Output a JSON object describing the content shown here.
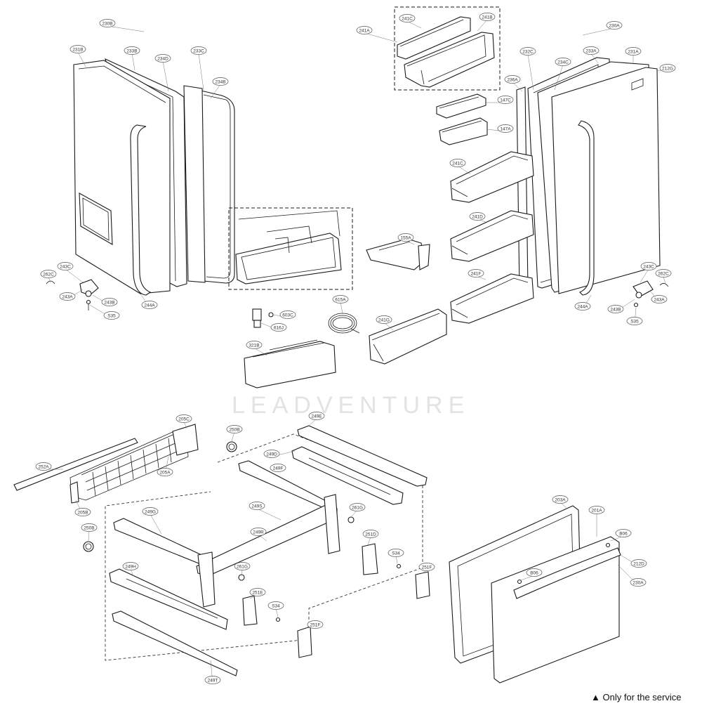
{
  "labels": {
    "l230B": "230B",
    "l231B": "231B",
    "l233B": "233B",
    "l234D": "234D",
    "l233C": "233C",
    "l234B": "234B",
    "l243C_l": "243C",
    "l262C_l": "262C",
    "l243A_l": "243A",
    "l243B_l": "243B",
    "l535_l": "S35",
    "l244A_l": "244A",
    "l241A": "241A",
    "l241C_top": "241C",
    "l241B": "241B",
    "l230A": "230A",
    "l232C": "232C",
    "l233A": "233A",
    "l231A": "231A",
    "l234C": "234C",
    "l212G": "212G",
    "l236A": "236A",
    "l147C": "147C",
    "l147A": "147A",
    "l241C_b": "241C",
    "l241D": "241D",
    "l241F": "241F",
    "l241G": "241G",
    "l243C_r": "243C",
    "l262C_r": "262C",
    "l243A_r": "243A",
    "l243B_r": "243B",
    "l535_r": "S35",
    "l244A_r": "244A",
    "l155A": "155A",
    "l615A": "615A",
    "l603C": "603C",
    "l616J": "616J",
    "l321B": "321B",
    "l205C": "205C",
    "l252A": "252A",
    "l205A": "205A",
    "l205B": "205B",
    "l250B_a": "250B",
    "l250B_b": "250B",
    "l249E": "249E",
    "l249D": "249D",
    "l249F": "249F",
    "l249G": "249G",
    "l249S": "249S",
    "l249R": "249R",
    "l249H": "249H",
    "l261G_a": "261G",
    "l261G_b": "261G",
    "l251D": "251D",
    "l534_a": "S34",
    "l251F_a": "251F",
    "l251E": "251E",
    "l534_b": "S34",
    "l251F_b": "251F",
    "l249T": "249T",
    "l203A": "203A",
    "l201A": "201A",
    "l806_a": "B06",
    "l806_b": "B06",
    "l212D": "212D",
    "l230A_b": "230A"
  },
  "footnote": "▲ Only for the service"
}
